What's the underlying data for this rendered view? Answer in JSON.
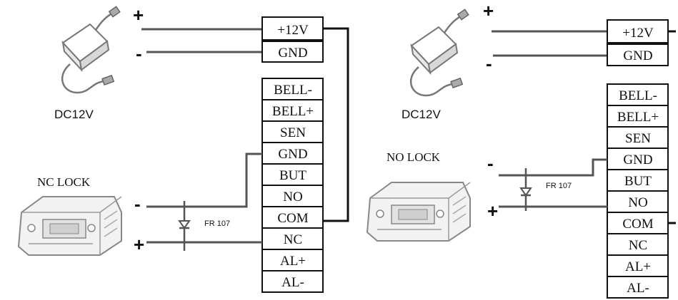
{
  "left": {
    "supply_label": "DC12V",
    "lock_label": "NC LOCK",
    "diode_label": "FR 107",
    "plus_sign": "+",
    "minus_sign": "-",
    "power_terminals": [
      "+12V",
      "GND"
    ],
    "terminals": [
      "BELL-",
      "BELL+",
      "SEN",
      "GND",
      "BUT",
      "NO",
      "COM",
      "NC",
      "AL+",
      "AL-"
    ]
  },
  "right": {
    "supply_label": "DC12V",
    "lock_label": "NO LOCK",
    "diode_label": "FR 107",
    "plus_sign": "+",
    "minus_sign": "-",
    "power_terminals": [
      "+12V",
      "GND"
    ],
    "terminals": [
      "BELL-",
      "BELL+",
      "SEN",
      "GND",
      "BUT",
      "NO",
      "COM",
      "NC",
      "AL+",
      "AL-"
    ]
  },
  "colors": {
    "wire": "#555555",
    "box": "#111111",
    "device": "#8a8a8a"
  }
}
